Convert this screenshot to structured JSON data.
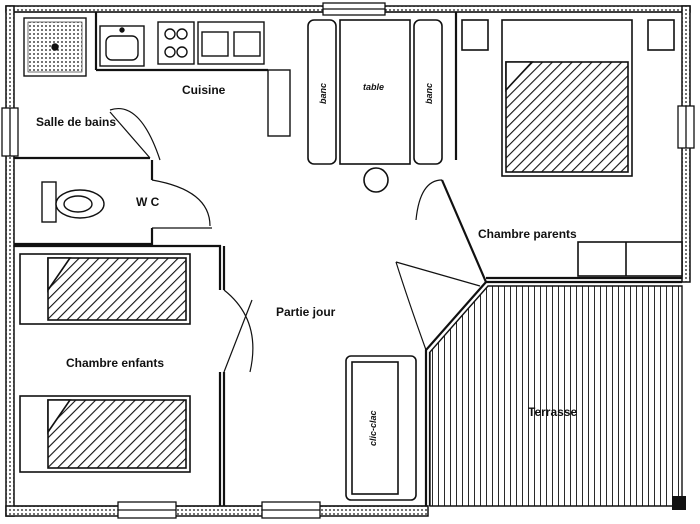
{
  "plan": {
    "rooms": {
      "salle_de_bains": "Salle de bains",
      "cuisine": "Cuisine",
      "wc": "W C",
      "chambre_parents": "Chambre parents",
      "partie_jour": "Partie jour",
      "chambre_enfants": "Chambre enfants",
      "terrasse": "Terrasse"
    },
    "furniture": {
      "banc_left": "banc",
      "table": "table",
      "banc_right": "banc",
      "clic_clac": "clic-clac"
    }
  },
  "colors": {
    "wall": "#111111",
    "background": "#ffffff"
  }
}
